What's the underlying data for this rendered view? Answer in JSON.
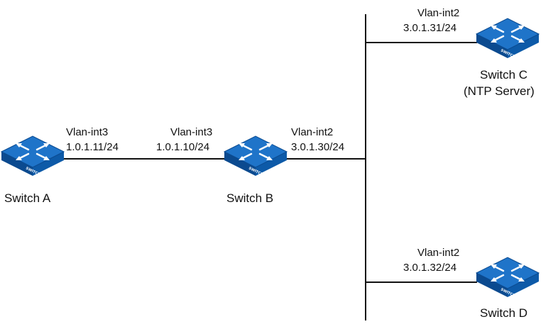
{
  "diagram": {
    "nodes": [
      {
        "id": "switch-a",
        "name": "Switch A",
        "device_icon": "switch-icon"
      },
      {
        "id": "switch-b",
        "name": "Switch B",
        "device_icon": "switch-icon"
      },
      {
        "id": "switch-c",
        "name": "Switch C",
        "role": "(NTP Server)",
        "device_icon": "switch-icon"
      },
      {
        "id": "switch-d",
        "name": "Switch D",
        "device_icon": "switch-icon"
      }
    ],
    "interfaces": {
      "a_vlan3": {
        "name": "Vlan-int3",
        "ip": "1.0.1.11/24"
      },
      "b_vlan3": {
        "name": "Vlan-int3",
        "ip": "1.0.1.10/24"
      },
      "b_vlan2": {
        "name": "Vlan-int2",
        "ip": "3.0.1.30/24"
      },
      "c_vlan2": {
        "name": "Vlan-int2",
        "ip": "3.0.1.31/24"
      },
      "d_vlan2": {
        "name": "Vlan-int2",
        "ip": "3.0.1.32/24"
      }
    },
    "links": [
      {
        "from": "switch-a",
        "to": "switch-b",
        "via": "Vlan-int3"
      },
      {
        "from": "switch-b",
        "to": "lan-segment",
        "via": "Vlan-int2"
      },
      {
        "from": "switch-c",
        "to": "lan-segment",
        "via": "Vlan-int2"
      },
      {
        "from": "switch-d",
        "to": "lan-segment",
        "via": "Vlan-int2"
      }
    ],
    "icon_label": "SWITCH",
    "colors": {
      "switch_top": "#1f74c9",
      "switch_side": "#0d4f98",
      "switch_arrows": "#ffffff",
      "link": "#111111"
    }
  }
}
